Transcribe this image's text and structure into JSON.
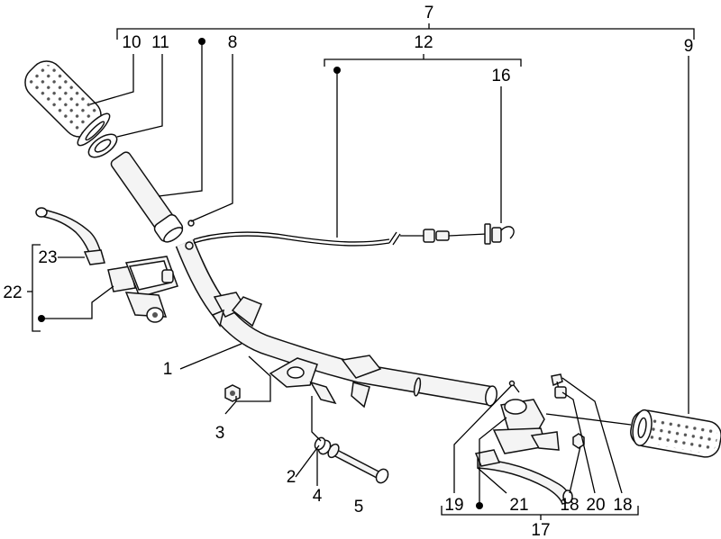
{
  "labels": {
    "l1": "1",
    "l2": "2",
    "l3": "3",
    "l4": "4",
    "l5": "5",
    "l7": "7",
    "l8": "8",
    "l9": "9",
    "l10": "10",
    "l11": "11",
    "l12": "12",
    "l16": "16",
    "l17": "17",
    "l18a": "18",
    "l18b": "18",
    "l19": "19",
    "l20": "20",
    "l21": "21",
    "l22": "22",
    "l23": "23"
  }
}
